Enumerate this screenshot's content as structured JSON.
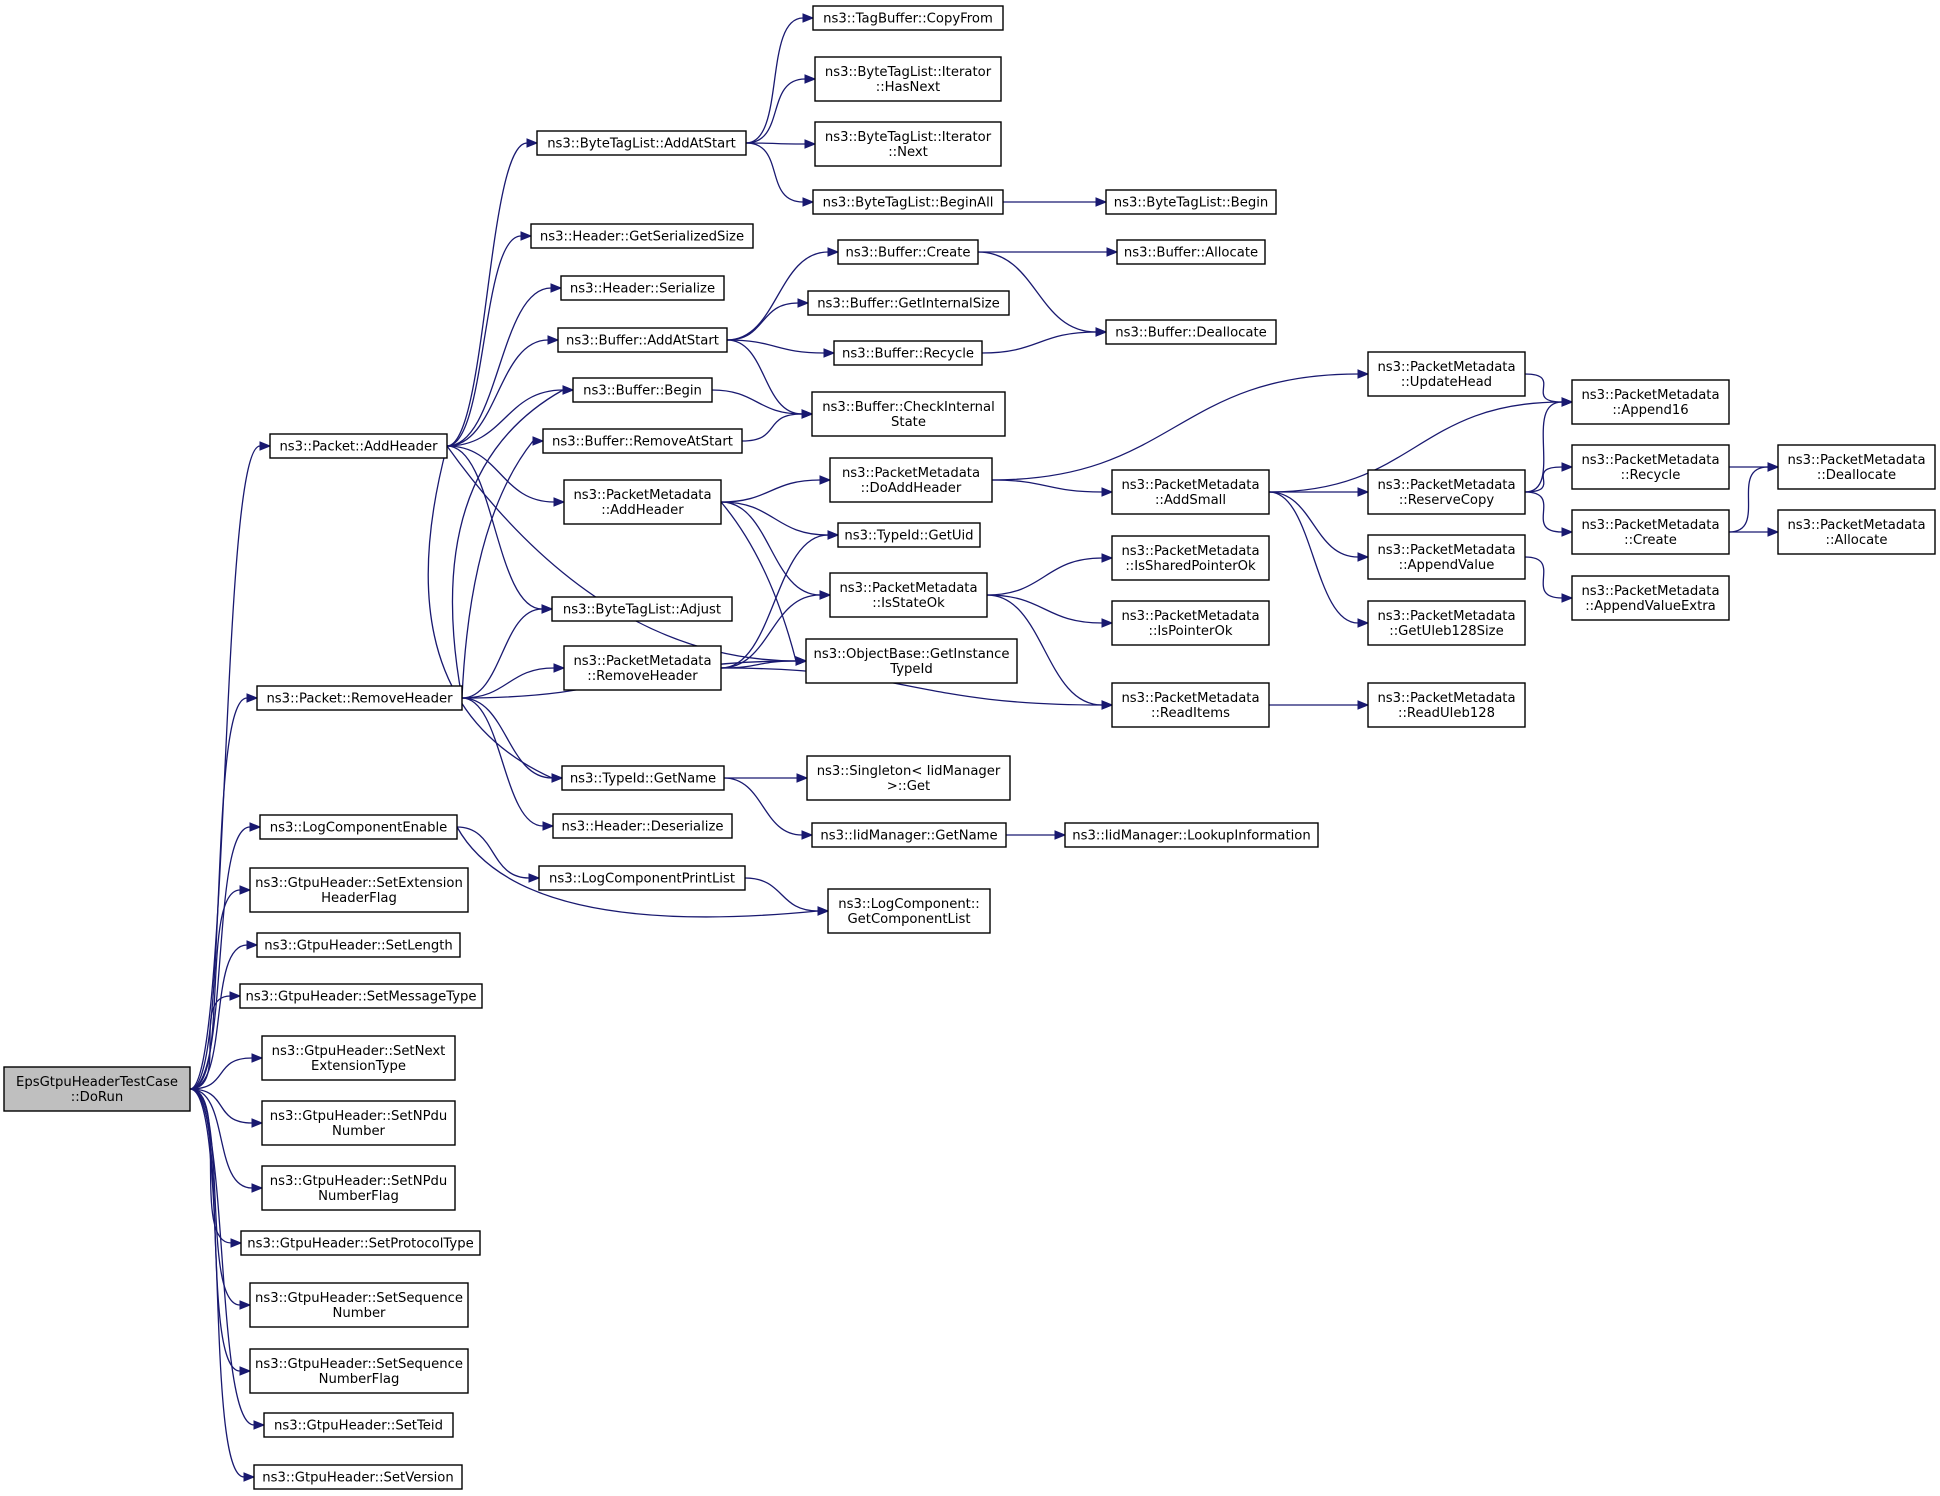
{
  "diagram": {
    "nodes": [
      {
        "id": "root",
        "lines": [
          "EpsGtpuHeaderTestCase",
          "::DoRun"
        ],
        "root": true
      },
      {
        "id": "addheader",
        "lines": [
          "ns3::Packet::AddHeader"
        ]
      },
      {
        "id": "removeheader",
        "lines": [
          "ns3::Packet::RemoveHeader"
        ]
      },
      {
        "id": "logenable",
        "lines": [
          "ns3::LogComponentEnable"
        ]
      },
      {
        "id": "setext",
        "lines": [
          "ns3::GtpuHeader::SetExtension",
          "HeaderFlag"
        ]
      },
      {
        "id": "setlength",
        "lines": [
          "ns3::GtpuHeader::SetLength"
        ]
      },
      {
        "id": "setmsgtype",
        "lines": [
          "ns3::GtpuHeader::SetMessageType"
        ]
      },
      {
        "id": "setnextext",
        "lines": [
          "ns3::GtpuHeader::SetNext",
          "ExtensionType"
        ]
      },
      {
        "id": "setnpdu",
        "lines": [
          "ns3::GtpuHeader::SetNPdu",
          "Number"
        ]
      },
      {
        "id": "setnpduflag",
        "lines": [
          "ns3::GtpuHeader::SetNPdu",
          "NumberFlag"
        ]
      },
      {
        "id": "setproto",
        "lines": [
          "ns3::GtpuHeader::SetProtocolType"
        ]
      },
      {
        "id": "setseq",
        "lines": [
          "ns3::GtpuHeader::SetSequence",
          "Number"
        ]
      },
      {
        "id": "setseqflag",
        "lines": [
          "ns3::GtpuHeader::SetSequence",
          "NumberFlag"
        ]
      },
      {
        "id": "setteid",
        "lines": [
          "ns3::GtpuHeader::SetTeid"
        ]
      },
      {
        "id": "setversion",
        "lines": [
          "ns3::GtpuHeader::SetVersion"
        ]
      },
      {
        "id": "btl_addatstart",
        "lines": [
          "ns3::ByteTagList::AddAtStart"
        ]
      },
      {
        "id": "hdr_getsersize",
        "lines": [
          "ns3::Header::GetSerializedSize"
        ]
      },
      {
        "id": "hdr_serialize",
        "lines": [
          "ns3::Header::Serialize"
        ]
      },
      {
        "id": "buf_addatstart",
        "lines": [
          "ns3::Buffer::AddAtStart"
        ]
      },
      {
        "id": "buf_begin",
        "lines": [
          "ns3::Buffer::Begin"
        ]
      },
      {
        "id": "buf_removeatstart",
        "lines": [
          "ns3::Buffer::RemoveAtStart"
        ]
      },
      {
        "id": "pm_addheader",
        "lines": [
          "ns3::PacketMetadata",
          "::AddHeader"
        ]
      },
      {
        "id": "btl_adjust",
        "lines": [
          "ns3::ByteTagList::Adjust"
        ]
      },
      {
        "id": "pm_removeheader",
        "lines": [
          "ns3::PacketMetadata",
          "::RemoveHeader"
        ]
      },
      {
        "id": "typeid_getname",
        "lines": [
          "ns3::TypeId::GetName"
        ]
      },
      {
        "id": "hdr_deserialize",
        "lines": [
          "ns3::Header::Deserialize"
        ]
      },
      {
        "id": "log_printlist",
        "lines": [
          "ns3::LogComponentPrintList"
        ]
      },
      {
        "id": "tagbuf_copyfrom",
        "lines": [
          "ns3::TagBuffer::CopyFrom"
        ]
      },
      {
        "id": "btl_it_hasnext",
        "lines": [
          "ns3::ByteTagList::Iterator",
          "::HasNext"
        ]
      },
      {
        "id": "btl_it_next",
        "lines": [
          "ns3::ByteTagList::Iterator",
          "::Next"
        ]
      },
      {
        "id": "btl_beginall",
        "lines": [
          "ns3::ByteTagList::BeginAll"
        ]
      },
      {
        "id": "btl_begin",
        "lines": [
          "ns3::ByteTagList::Begin"
        ]
      },
      {
        "id": "buf_create",
        "lines": [
          "ns3::Buffer::Create"
        ]
      },
      {
        "id": "buf_getinternalsize",
        "lines": [
          "ns3::Buffer::GetInternalSize"
        ]
      },
      {
        "id": "buf_recycle",
        "lines": [
          "ns3::Buffer::Recycle"
        ]
      },
      {
        "id": "buf_checkinternalstate",
        "lines": [
          "ns3::Buffer::CheckInternal",
          "State"
        ]
      },
      {
        "id": "buf_allocate",
        "lines": [
          "ns3::Buffer::Allocate"
        ]
      },
      {
        "id": "buf_deallocate",
        "lines": [
          "ns3::Buffer::Deallocate"
        ]
      },
      {
        "id": "pm_doaddheader",
        "lines": [
          "ns3::PacketMetadata",
          "::DoAddHeader"
        ]
      },
      {
        "id": "typeid_getuid",
        "lines": [
          "ns3::TypeId::GetUid"
        ]
      },
      {
        "id": "pm_isstateok",
        "lines": [
          "ns3::PacketMetadata",
          "::IsStateOk"
        ]
      },
      {
        "id": "objbase_getinstancetypeid",
        "lines": [
          "ns3::ObjectBase::GetInstance",
          "TypeId"
        ]
      },
      {
        "id": "singleton_get",
        "lines": [
          "ns3::Singleton< IidManager",
          ">::Get"
        ]
      },
      {
        "id": "iidmgr_getname",
        "lines": [
          "ns3::IidManager::GetName"
        ]
      },
      {
        "id": "log_getcomponentlist",
        "lines": [
          "ns3::LogComponent::",
          "GetComponentList"
        ]
      },
      {
        "id": "pm_updatehead",
        "lines": [
          "ns3::PacketMetadata",
          "::UpdateHead"
        ]
      },
      {
        "id": "pm_addsmall",
        "lines": [
          "ns3::PacketMetadata",
          "::AddSmall"
        ]
      },
      {
        "id": "pm_issharedpointerok",
        "lines": [
          "ns3::PacketMetadata",
          "::IsSharedPointerOk"
        ]
      },
      {
        "id": "pm_ispointerok",
        "lines": [
          "ns3::PacketMetadata",
          "::IsPointerOk"
        ]
      },
      {
        "id": "pm_readitems",
        "lines": [
          "ns3::PacketMetadata",
          "::ReadItems"
        ]
      },
      {
        "id": "iidmgr_lookupinfo",
        "lines": [
          "ns3::IidManager::LookupInformation"
        ]
      },
      {
        "id": "pm_append16",
        "lines": [
          "ns3::PacketMetadata",
          "::Append16"
        ]
      },
      {
        "id": "pm_reservecopy",
        "lines": [
          "ns3::PacketMetadata",
          "::ReserveCopy"
        ]
      },
      {
        "id": "pm_appendvalue",
        "lines": [
          "ns3::PacketMetadata",
          "::AppendValue"
        ]
      },
      {
        "id": "pm_getuleb128size",
        "lines": [
          "ns3::PacketMetadata",
          "::GetUleb128Size"
        ]
      },
      {
        "id": "pm_readuleb128",
        "lines": [
          "ns3::PacketMetadata",
          "::ReadUleb128"
        ]
      },
      {
        "id": "pm_recycle",
        "lines": [
          "ns3::PacketMetadata",
          "::Recycle"
        ]
      },
      {
        "id": "pm_create",
        "lines": [
          "ns3::PacketMetadata",
          "::Create"
        ]
      },
      {
        "id": "pm_appendvalueextra",
        "lines": [
          "ns3::PacketMetadata",
          "::AppendValueExtra"
        ]
      },
      {
        "id": "pm_deallocate",
        "lines": [
          "ns3::PacketMetadata",
          "::Deallocate"
        ]
      },
      {
        "id": "pm_allocate",
        "lines": [
          "ns3::PacketMetadata",
          "::Allocate"
        ]
      }
    ],
    "edges": [
      [
        "root",
        "addheader"
      ],
      [
        "root",
        "removeheader"
      ],
      [
        "root",
        "logenable"
      ],
      [
        "root",
        "setext"
      ],
      [
        "root",
        "setlength"
      ],
      [
        "root",
        "setmsgtype"
      ],
      [
        "root",
        "setnextext"
      ],
      [
        "root",
        "setnpdu"
      ],
      [
        "root",
        "setnpduflag"
      ],
      [
        "root",
        "setproto"
      ],
      [
        "root",
        "setseq"
      ],
      [
        "root",
        "setseqflag"
      ],
      [
        "root",
        "setteid"
      ],
      [
        "root",
        "setversion"
      ],
      [
        "addheader",
        "btl_addatstart"
      ],
      [
        "addheader",
        "hdr_getsersize"
      ],
      [
        "addheader",
        "hdr_serialize"
      ],
      [
        "addheader",
        "buf_addatstart"
      ],
      [
        "addheader",
        "buf_begin"
      ],
      [
        "addheader",
        "pm_addheader"
      ],
      [
        "addheader",
        "btl_adjust"
      ],
      [
        "addheader",
        "objbase_getinstancetypeid"
      ],
      [
        "addheader",
        "typeid_getname"
      ],
      [
        "removeheader",
        "buf_begin"
      ],
      [
        "removeheader",
        "buf_removeatstart"
      ],
      [
        "removeheader",
        "btl_adjust"
      ],
      [
        "removeheader",
        "pm_removeheader"
      ],
      [
        "removeheader",
        "objbase_getinstancetypeid"
      ],
      [
        "removeheader",
        "typeid_getname"
      ],
      [
        "removeheader",
        "hdr_deserialize"
      ],
      [
        "logenable",
        "log_printlist"
      ],
      [
        "logenable",
        "log_getcomponentlist"
      ],
      [
        "log_printlist",
        "log_getcomponentlist"
      ],
      [
        "btl_addatstart",
        "tagbuf_copyfrom"
      ],
      [
        "btl_addatstart",
        "btl_it_hasnext"
      ],
      [
        "btl_addatstart",
        "btl_it_next"
      ],
      [
        "btl_addatstart",
        "btl_beginall"
      ],
      [
        "btl_beginall",
        "btl_begin"
      ],
      [
        "buf_addatstart",
        "buf_create"
      ],
      [
        "buf_addatstart",
        "buf_getinternalsize"
      ],
      [
        "buf_addatstart",
        "buf_recycle"
      ],
      [
        "buf_addatstart",
        "buf_checkinternalstate"
      ],
      [
        "buf_begin",
        "buf_checkinternalstate"
      ],
      [
        "buf_removeatstart",
        "buf_checkinternalstate"
      ],
      [
        "buf_create",
        "buf_allocate"
      ],
      [
        "buf_create",
        "buf_deallocate"
      ],
      [
        "buf_recycle",
        "buf_deallocate"
      ],
      [
        "pm_addheader",
        "pm_doaddheader"
      ],
      [
        "pm_addheader",
        "typeid_getuid"
      ],
      [
        "pm_addheader",
        "pm_isstateok"
      ],
      [
        "pm_addheader",
        "objbase_getinstancetypeid"
      ],
      [
        "pm_removeheader",
        "typeid_getuid"
      ],
      [
        "pm_removeheader",
        "pm_isstateok"
      ],
      [
        "pm_removeheader",
        "objbase_getinstancetypeid"
      ],
      [
        "pm_removeheader",
        "pm_readitems"
      ],
      [
        "typeid_getname",
        "singleton_get"
      ],
      [
        "typeid_getname",
        "iidmgr_getname"
      ],
      [
        "iidmgr_getname",
        "iidmgr_lookupinfo"
      ],
      [
        "pm_doaddheader",
        "pm_updatehead"
      ],
      [
        "pm_doaddheader",
        "pm_addsmall"
      ],
      [
        "pm_isstateok",
        "pm_issharedpointerok"
      ],
      [
        "pm_isstateok",
        "pm_ispointerok"
      ],
      [
        "pm_isstateok",
        "pm_readitems"
      ],
      [
        "pm_updatehead",
        "pm_append16"
      ],
      [
        "pm_addsmall",
        "pm_append16"
      ],
      [
        "pm_addsmall",
        "pm_reservecopy"
      ],
      [
        "pm_addsmall",
        "pm_appendvalue"
      ],
      [
        "pm_addsmall",
        "pm_getuleb128size"
      ],
      [
        "pm_readitems",
        "pm_readuleb128"
      ],
      [
        "pm_reservecopy",
        "pm_append16"
      ],
      [
        "pm_reservecopy",
        "pm_recycle"
      ],
      [
        "pm_reservecopy",
        "pm_create"
      ],
      [
        "pm_appendvalue",
        "pm_appendvalueextra"
      ],
      [
        "pm_recycle",
        "pm_deallocate"
      ],
      [
        "pm_create",
        "pm_deallocate"
      ],
      [
        "pm_create",
        "pm_allocate"
      ]
    ]
  }
}
